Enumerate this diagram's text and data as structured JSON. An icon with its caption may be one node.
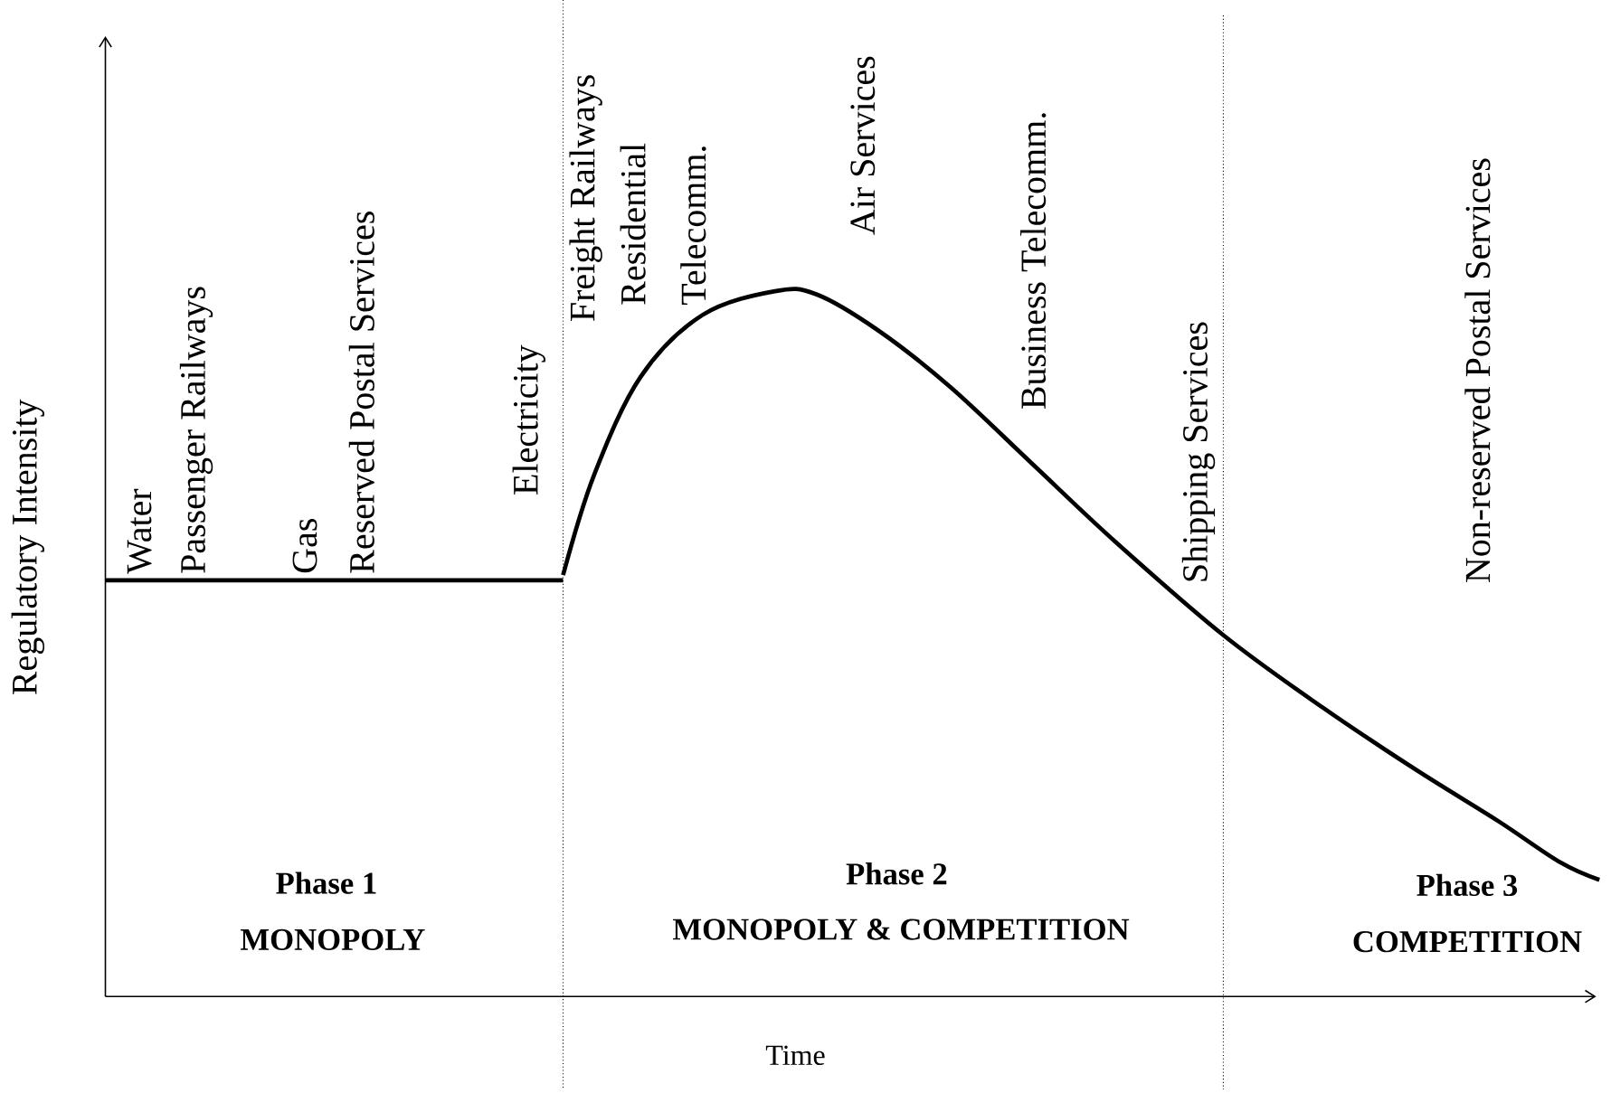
{
  "diagram": {
    "labels": [
      "Water",
      "Passenger Railways",
      "Gas",
      "Reserved Postal Services",
      "Electricity",
      "Freight Railways",
      "Residential Telecomm.",
      "Air Services",
      "Business Telecomm.",
      "Shipping Services",
      "Non-reserved Postal Services",
      "Regulatory Intensity",
      "Phase 1",
      "MONOPOLY",
      "Phase 2",
      "MONOPOLY & COMPETITION",
      "Phase 3",
      "COMPETITION",
      "Time"
    ]
  }
}
